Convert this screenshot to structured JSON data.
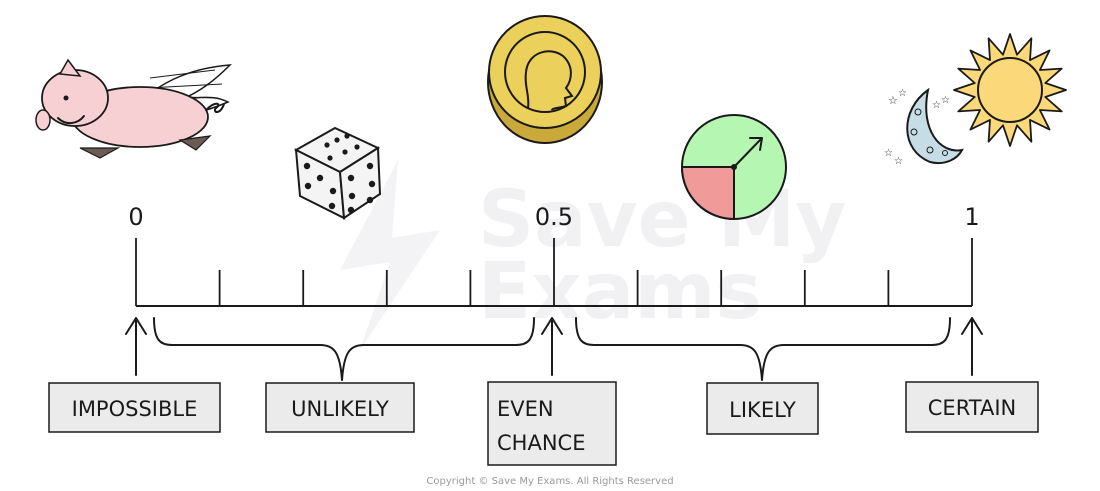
{
  "scale": {
    "ticks": [
      {
        "label": "0",
        "value": 0
      },
      {
        "label": "0.5",
        "value": 0.5
      },
      {
        "label": "1",
        "value": 1
      }
    ]
  },
  "categories": [
    {
      "text": "IMPOSSIBLE"
    },
    {
      "text": "UNLIKELY"
    },
    {
      "text": [
        "EVEN",
        "CHANCE"
      ]
    },
    {
      "text": "LIKELY"
    },
    {
      "text": "CERTAIN"
    }
  ],
  "illustrations": [
    "flying-pig-icon",
    "dice-icon",
    "coin-icon",
    "spinner-icon",
    "moon-icon",
    "sun-icon"
  ],
  "colors": {
    "label_box": "#ebebeb",
    "coin": "#ecd05c",
    "spinner_green": "#b5f7b2",
    "spinner_red": "#f19a9a",
    "pig": "#f7d0d3",
    "sun": "#fbd97a",
    "moon": "#c7dde6"
  },
  "watermark": {
    "line1": "Save My",
    "line2": "Exams"
  },
  "footer": {
    "copyright": "Copyright © Save My Exams. All Rights Reserved"
  }
}
